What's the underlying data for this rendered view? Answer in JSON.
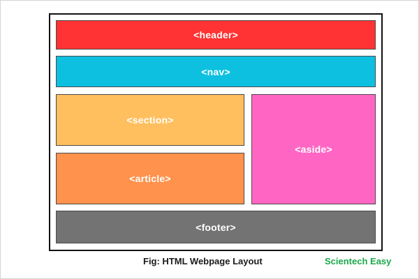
{
  "diagram": {
    "blocks": {
      "header": {
        "label": "<header>",
        "color": "#ff3333"
      },
      "nav": {
        "label": "<nav>",
        "color": "#0dc0e0"
      },
      "section": {
        "label": "<section>",
        "color": "#ffbf5e"
      },
      "article": {
        "label": "<article>",
        "color": "#ff924d"
      },
      "aside": {
        "label": "<aside>",
        "color": "#ff66c4"
      },
      "footer": {
        "label": "<footer>",
        "color": "#737373"
      }
    },
    "caption": "Fig: HTML Webpage Layout",
    "brand": {
      "text": "Scientech Easy",
      "color": "#1aa84a"
    }
  }
}
